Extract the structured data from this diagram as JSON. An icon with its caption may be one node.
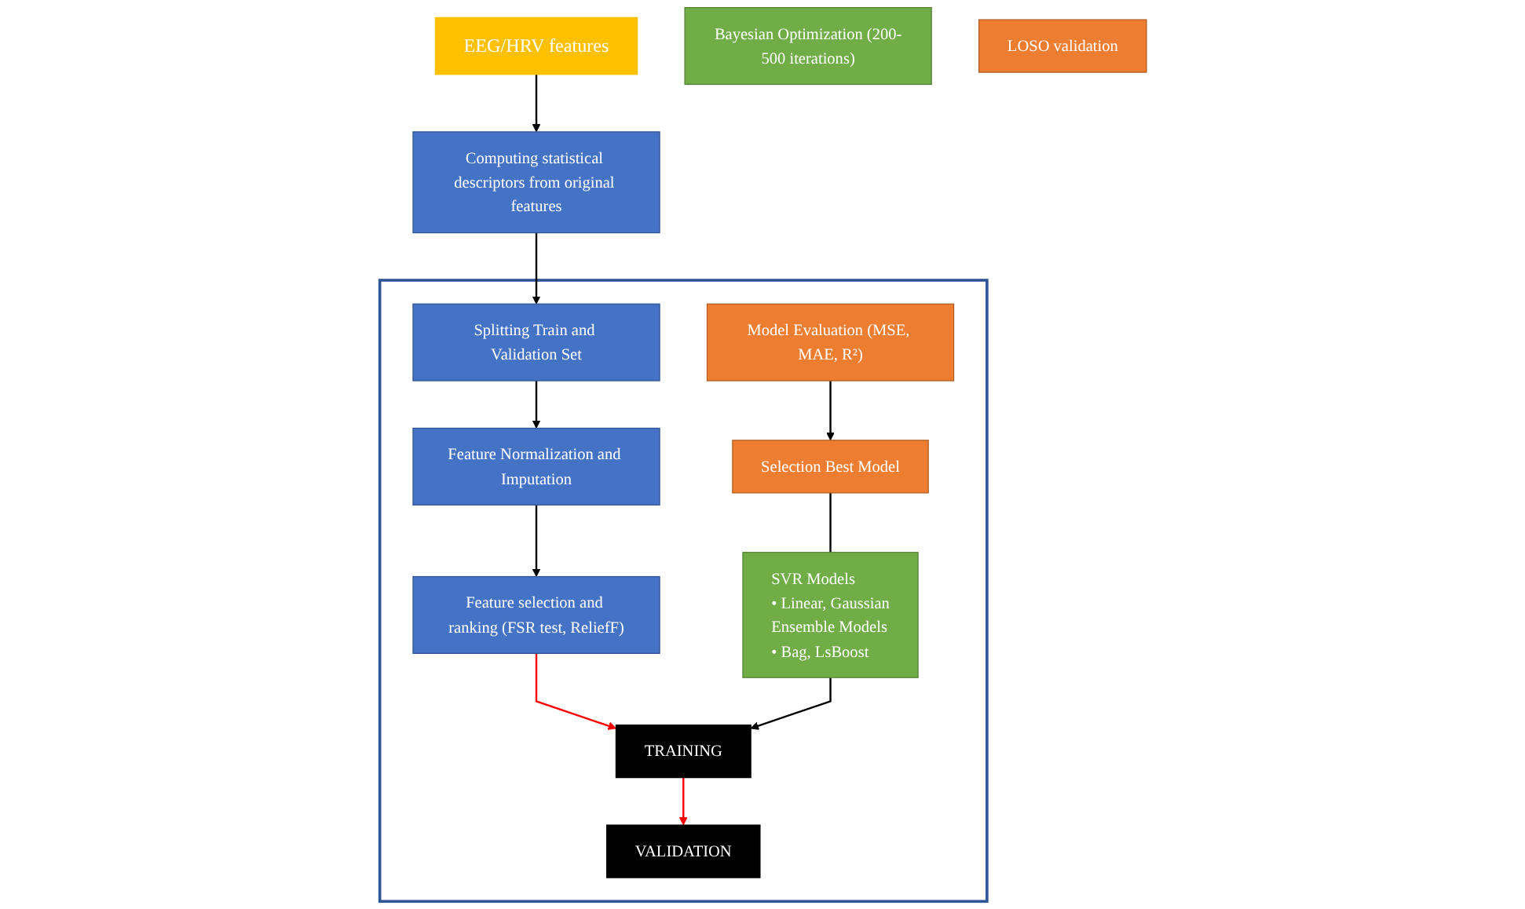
{
  "diagram": {
    "nodes": [
      {
        "text": [
          "EEG/HRV features"
        ]
      },
      {
        "text": [
          "Computing statistical descriptors from original features"
        ]
      },
      {
        "text": [],
        "shape": "box"
      },
      {
        "text": [
          "Bayesian Optimization (200-500 iterations)"
        ]
      },
      {
        "text": [
          "LOSO validation"
        ]
      },
      {
        "text": [
          "Splitting Train and Validation Set"
        ],
        "in": 2
      },
      {
        "text": [
          "Feature Normalization and Imputation"
        ],
        "in": 2
      },
      {
        "text": [
          "Feature selection and ranking (FSR test, ReliefF)"
        ],
        "in": 2
      },
      {
        "text": [
          "TRAINING"
        ],
        "in": 2
      },
      {
        "text": [
          "SVR Models",
          "• Linear, Gaussian",
          "Ensemble Models",
          "• Bag, LsBoost"
        ],
        "in": 2
      },
      {
        "text": [
          "VALIDATION"
        ],
        "in": 2
      },
      {
        "text": [
          "Model Evaluation (MSE, MAE, R²)"
        ],
        "in": 2
      },
      {
        "text": [
          "Selection Best Model"
        ],
        "in": 2
      }
    ],
    "edges": [
      {
        "from": 0,
        "to": 1,
        "arrow": "to"
      },
      {
        "from": 1,
        "to": 5,
        "arrow": "to"
      },
      {
        "from": 5,
        "to": 6,
        "arrow": "to"
      },
      {
        "from": 6,
        "to": 7,
        "arrow": "to"
      },
      {
        "from": 7,
        "to": 8,
        "arrow": "to",
        "color": "#ff0000"
      },
      {
        "from": 8,
        "to": 10,
        "arrow": "to",
        "color": "#ff0000"
      },
      {
        "from": 9,
        "to": 8,
        "arrow": "to"
      },
      {
        "from": 11,
        "to": 12,
        "arrow": "to"
      },
      {
        "from": 12,
        "to": 9,
        "arrow": "none"
      }
    ]
  }
}
